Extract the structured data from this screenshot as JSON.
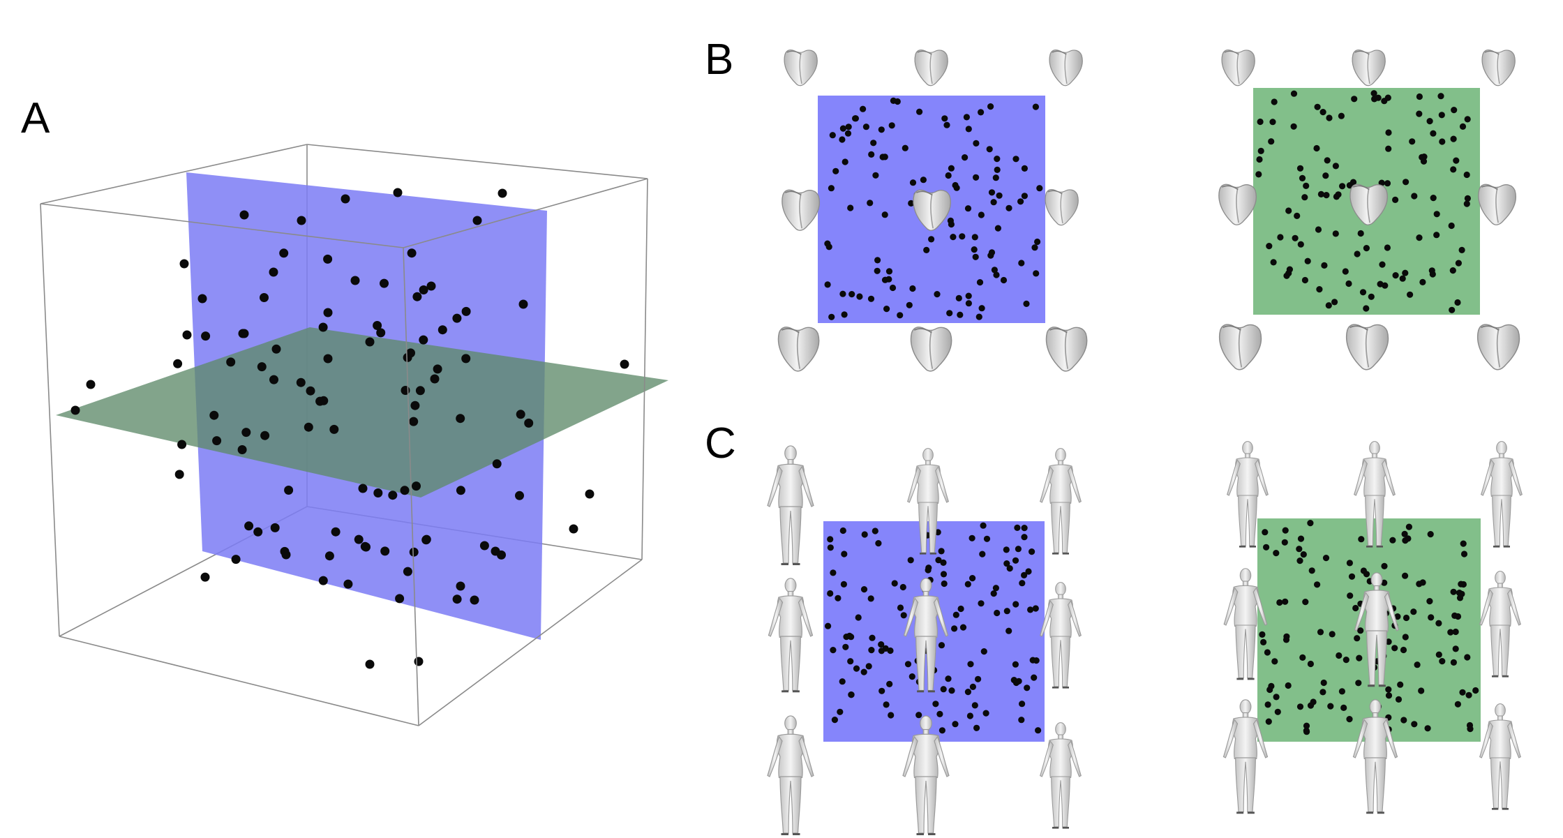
{
  "panels": {
    "a": {
      "label": "A"
    },
    "b": {
      "label": "B"
    },
    "c": {
      "label": "C"
    }
  },
  "colors": {
    "blue_plane": "#7b7bf5",
    "green_plane": "#5f8a6a",
    "blue_square": "#8585fb",
    "green_square": "#82bf8a",
    "point": "#0a0a0a",
    "cube_edge": "#8a8a8a",
    "heart_fill": "#d9d9d9",
    "body_fill": "#dcdcdc"
  },
  "icons": {
    "heart": "heart-shape-icon",
    "body": "human-body-icon"
  }
}
